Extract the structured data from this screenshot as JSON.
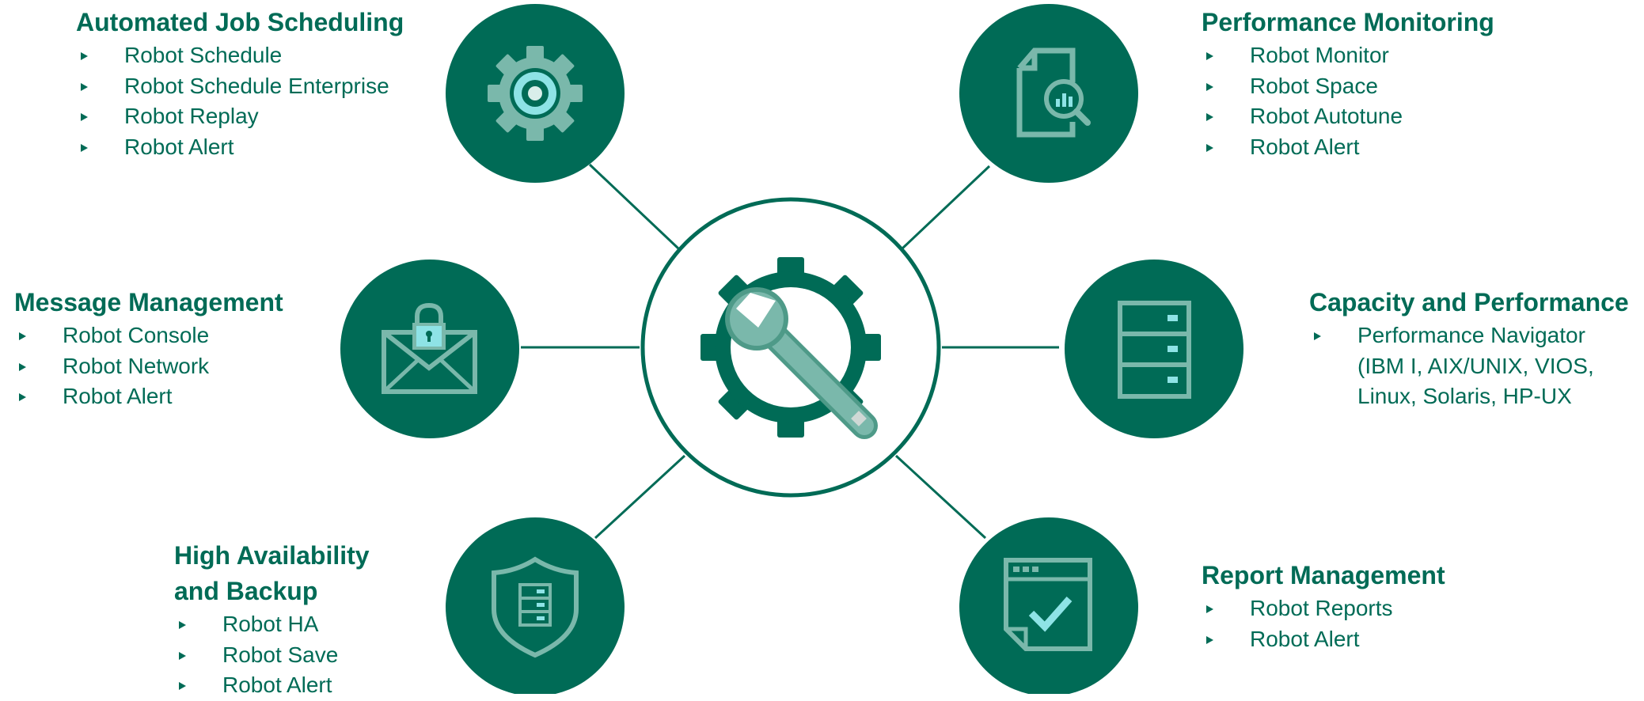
{
  "colors": {
    "primary": "#006b56",
    "icon_light": "#7ab8ab",
    "icon_accent": "#8ee3e6",
    "background": "#ffffff"
  },
  "center": {
    "icon": "wrench-gear-icon"
  },
  "groups": {
    "job_scheduling": {
      "title": "Automated Job Scheduling",
      "icon": "gear-icon",
      "items": [
        "Robot Schedule",
        "Robot Schedule Enterprise",
        "Robot Replay",
        "Robot Alert"
      ]
    },
    "performance_monitoring": {
      "title": "Performance Monitoring",
      "icon": "document-search-chart-icon",
      "items": [
        "Robot Monitor",
        "Robot Space",
        "Robot Autotune",
        "Robot Alert"
      ]
    },
    "message_management": {
      "title": "Message Management",
      "icon": "locked-envelope-icon",
      "items": [
        "Robot Console",
        "Robot Network",
        "Robot Alert"
      ]
    },
    "capacity_performance": {
      "title": "Capacity and Performance",
      "icon": "server-rack-icon",
      "items": [
        "Performance Navigator",
        "(IBM I, AIX/UNIX, VIOS,",
        "Linux, Solaris, HP-UX"
      ]
    },
    "high_availability": {
      "title_line1": "High Availability",
      "title_line2": "and Backup",
      "icon": "shield-server-icon",
      "items": [
        "Robot HA",
        "Robot Save",
        "Robot Alert"
      ]
    },
    "report_management": {
      "title": "Report Management",
      "icon": "report-checkmark-icon",
      "items": [
        "Robot Reports",
        "Robot Alert"
      ]
    }
  }
}
